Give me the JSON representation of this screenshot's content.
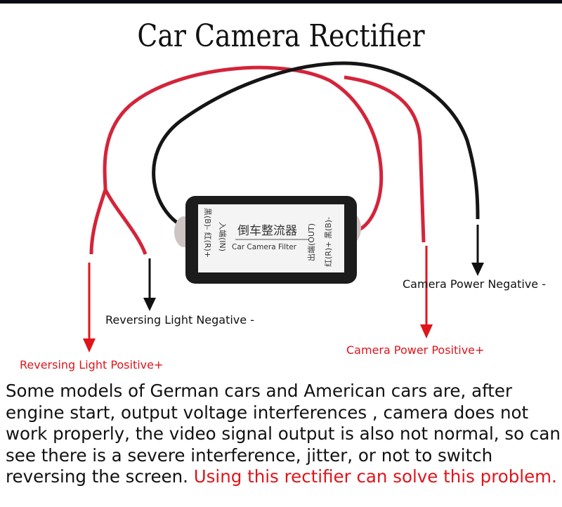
{
  "title": "Car Camera Rectifier",
  "device": {
    "name_cn": "倒车整流器",
    "name_en": "Car Camera Filter",
    "left_wires": "黑(B)- 红(R)+",
    "left_port": "入端(IN)",
    "right_port": "出端(OUT)",
    "right_wires": "红(R)+ 黑(B)-"
  },
  "labels": {
    "reversing_positive": "Reversing Light Positive+",
    "reversing_negative": "Reversing Light Negative -",
    "camera_positive": "Camera Power Positive+",
    "camera_negative": "Camera Power Negative -"
  },
  "description": {
    "text": "Some models of German cars and American cars are, after engine start, output voltage interferences , camera does not work properly, the video signal output is also not normal, so can see there is a severe interference, jitter, or not to switch reversing the screen. ",
    "highlight": "Using this rectifier can solve this problem."
  },
  "colors": {
    "accent_red": "#e0141b",
    "wire_red": "#d4243a",
    "wire_black": "#151515"
  }
}
